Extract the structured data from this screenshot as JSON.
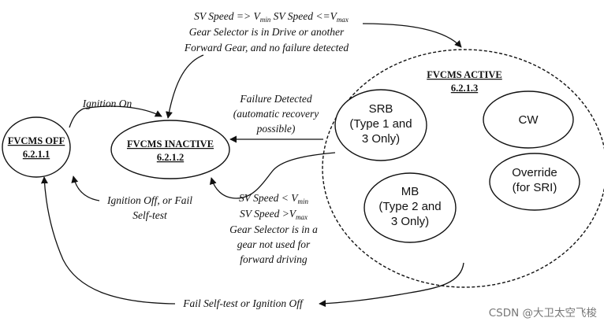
{
  "states": {
    "off": {
      "name": "FVCMS OFF",
      "number": "6.2.1.1"
    },
    "inactive": {
      "name": "FVCMS INACTIVE",
      "number": "6.2.1.2"
    },
    "active": {
      "name": "FVCMS ACTIVE",
      "number": "6.2.1.3"
    }
  },
  "substates": {
    "srb": [
      "SRB",
      "(Type 1 and",
      "3 Only)"
    ],
    "cw": [
      "CW"
    ],
    "mb": [
      "MB",
      "(Type 2 and",
      "3 Only)"
    ],
    "override": [
      "Override",
      "(for SRI)"
    ]
  },
  "transitions": {
    "to_active": {
      "line1": {
        "a": "SV Speed => V",
        "a_sub": "min",
        "b": " SV Speed <=V",
        "b_sub": "max"
      },
      "line2": "Gear Selector is in Drive or another",
      "line3": "Forward Gear, and no failure detected"
    },
    "ignition_on": "Ignition On",
    "failure": [
      "Failure Detected",
      "(automatic recovery",
      "possible)"
    ],
    "ignition_off_fail": [
      "Ignition Off, or Fail",
      "Self-test"
    ],
    "speed_out": {
      "line1": {
        "a": "SV Speed < V",
        "a_sub": "min"
      },
      "line2": {
        "a": "SV Speed >V",
        "a_sub": "max"
      },
      "rest": [
        "Gear Selector is in a",
        "gear not used for",
        "forward driving"
      ]
    },
    "fail_selftest": "Fail Self-test or Ignition Off"
  },
  "watermark": "CSDN @大卫太空飞梭"
}
